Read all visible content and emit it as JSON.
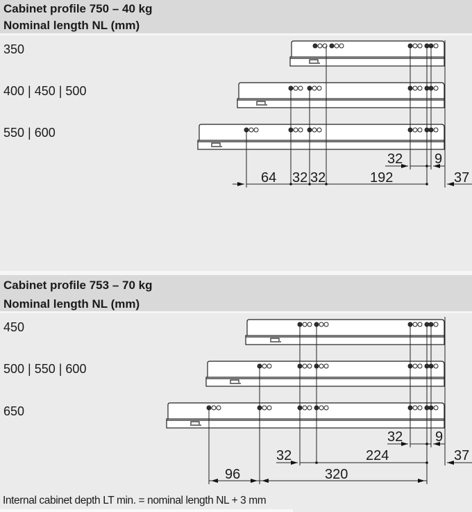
{
  "sections": [
    {
      "title": "Cabinet profile 750 – 40 kg",
      "subtitle": "Nominal length NL (mm)",
      "rows": [
        {
          "label": "350"
        },
        {
          "label": "400 | 450 | 500"
        },
        {
          "label": "550 | 600"
        }
      ],
      "dimensions": {
        "upper": [
          "32",
          "9"
        ],
        "lower": [
          "64",
          "32",
          "32",
          "192",
          "37"
        ]
      }
    },
    {
      "title": "Cabinet profile 753 – 70 kg",
      "subtitle": "Nominal length NL (mm)",
      "rows": [
        {
          "label": "450"
        },
        {
          "label": "500 | 550 | 600"
        },
        {
          "label": "650"
        }
      ],
      "dimensions": {
        "upper": [
          "32",
          "9"
        ],
        "middle": [
          "32",
          "224",
          "37"
        ],
        "lower": [
          "96",
          "320"
        ]
      }
    }
  ],
  "footnote": "Internal cabinet depth LT min. = nominal length NL + 3 mm"
}
